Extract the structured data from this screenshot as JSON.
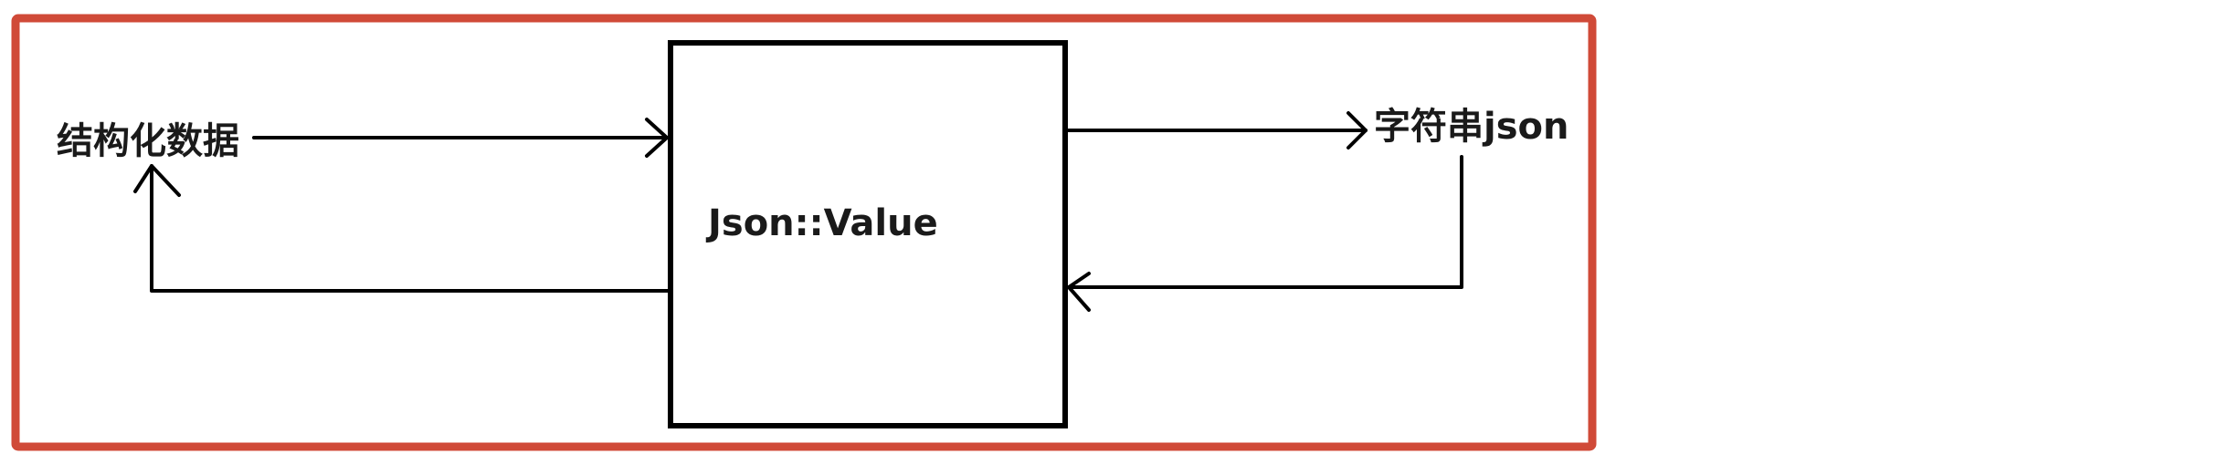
{
  "diagram": {
    "nodes": {
      "structured_data": "结构化数据",
      "json_value": "Json::Value",
      "json_string": "字符串json"
    },
    "edges": [
      {
        "from": "structured_data",
        "to": "json_value"
      },
      {
        "from": "json_value",
        "to": "json_string"
      },
      {
        "from": "json_string",
        "to": "json_value"
      },
      {
        "from": "json_value",
        "to": "structured_data"
      }
    ],
    "colors": {
      "frame": "#d04a38",
      "lines": "#000000",
      "text": "#1a1a1a"
    }
  }
}
